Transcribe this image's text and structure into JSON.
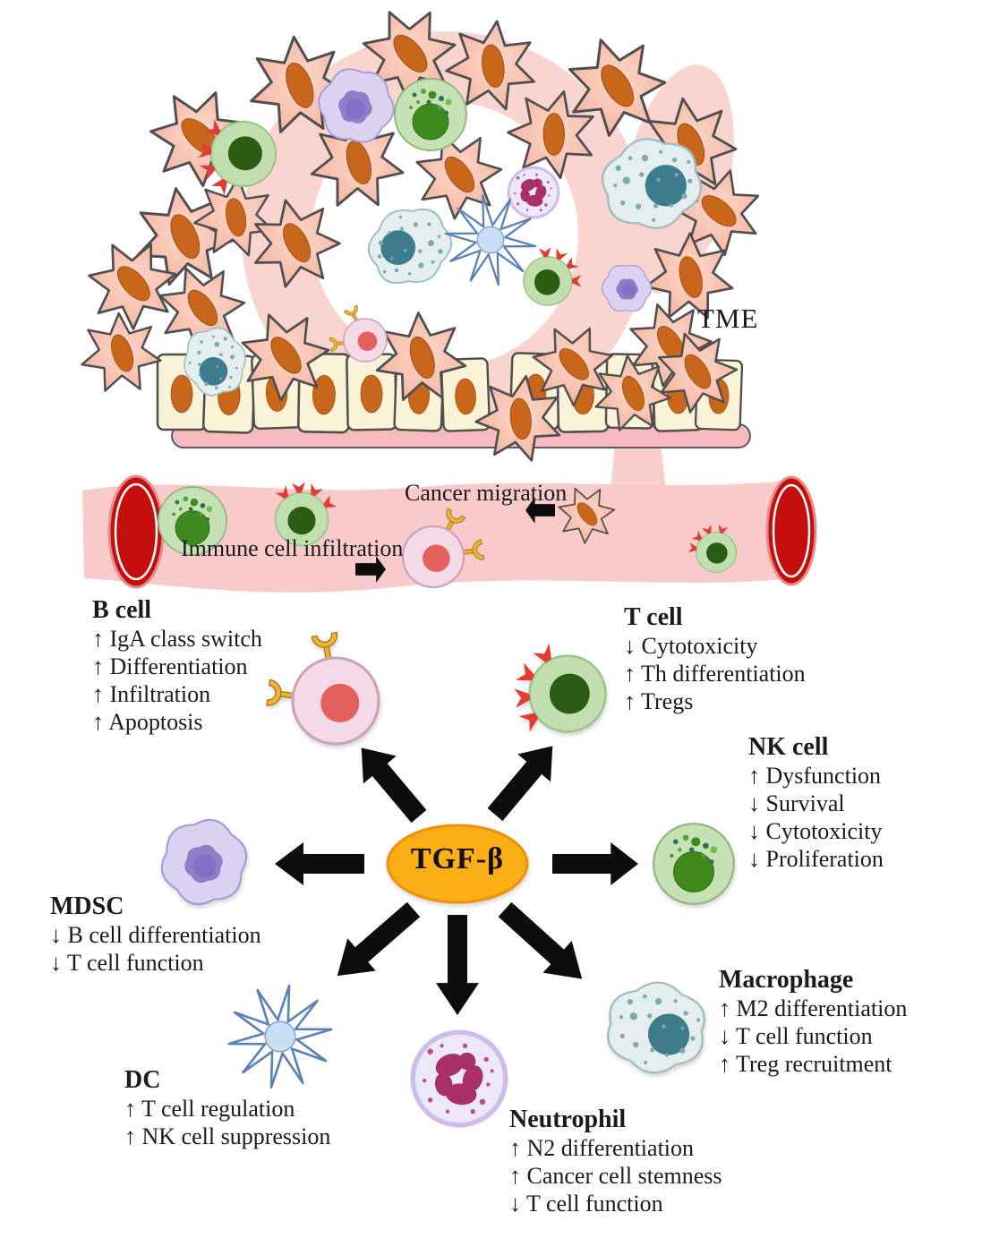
{
  "figure": {
    "tme_label": "TME",
    "hub_label": "TGF-β"
  },
  "vessel": {
    "cancer_migration_label": "Cancer migration",
    "immune_infiltration_label": "Immune cell infiltration"
  },
  "groups": {
    "b_cell": {
      "title": "B cell",
      "effects": [
        "↑ IgA class switch",
        "↑ Differentiation",
        "↑ Infiltration",
        "↑ Apoptosis"
      ]
    },
    "t_cell": {
      "title": "T cell",
      "effects": [
        "↓ Cytotoxicity",
        "↑ Th differentiation",
        "↑ Tregs"
      ]
    },
    "nk_cell": {
      "title": "NK cell",
      "effects": [
        "↑ Dysfunction",
        "↓ Survival",
        "↓ Cytotoxicity",
        "↓ Proliferation"
      ]
    },
    "mdsc": {
      "title": "MDSC",
      "effects": [
        "↓ B cell differentiation",
        "↓ T cell function"
      ]
    },
    "dc": {
      "title": "DC",
      "effects": [
        "↑ T cell regulation",
        "↑ NK cell suppression"
      ]
    },
    "neutrophil": {
      "title": "Neutrophil",
      "effects": [
        "↑ N2 differentiation",
        "↑ Cancer cell stemness",
        "↓ T cell function"
      ]
    },
    "macrophage": {
      "title": "Macrophage",
      "effects": [
        "↑ M2 differentiation",
        "↓ T cell function",
        "↑ Treg recruitment"
      ]
    }
  },
  "colors": {
    "hub_fill": "#FBAE17",
    "hub_border": "#EE9109",
    "arrow": "#0D0D0D",
    "cancer_cell": "#F9C4B3",
    "cancer_nucleus": "#C8661C",
    "tme_ring_pink": "#FAD4CE",
    "vessel_pink": "#F9CACA",
    "vessel_end_red": "#C50F0F",
    "epithelium": "#FAF3D8",
    "nk_green": "#C6E2B4",
    "t_green": "#C1DEAE",
    "b_pink": "#F4DAE6",
    "mdsc_purple": "#DAD2F0",
    "macrophage_teal": "#E4EEEE",
    "dc_blue": "#5C80B8",
    "neutrophil_lilac": "#EDE8F8",
    "neutrophil_nucleus": "#A83168",
    "text": "#1B1B1B"
  }
}
